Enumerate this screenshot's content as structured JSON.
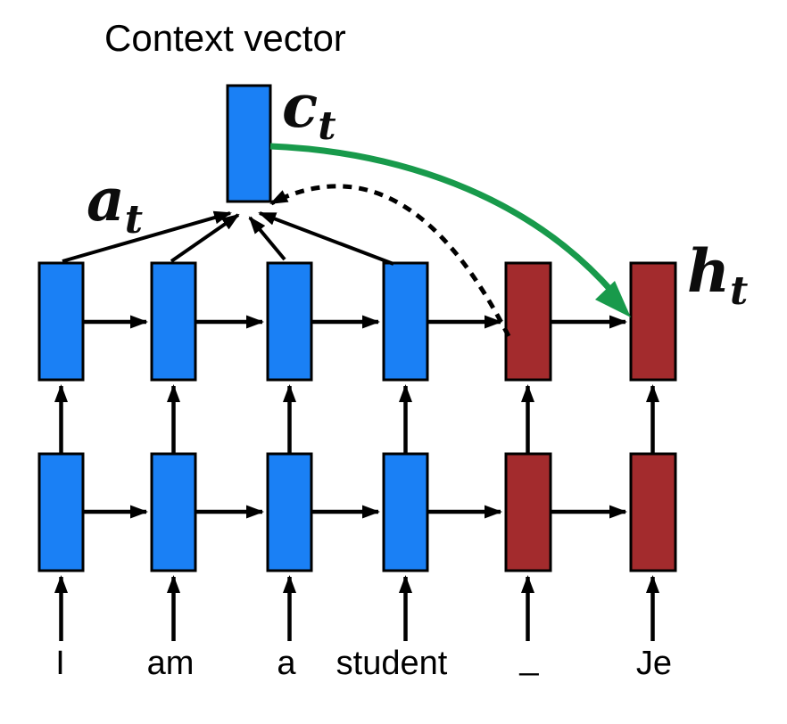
{
  "diagram": {
    "title": "Context vector",
    "symbols": {
      "context": {
        "main": "c",
        "sub": "t"
      },
      "attention": {
        "main": "a",
        "sub": "t"
      },
      "hidden": {
        "main": "h",
        "sub": "t"
      }
    },
    "input_tokens": [
      "I",
      "am",
      "a",
      "student",
      "_",
      "Je"
    ],
    "colors": {
      "encoder_blue": "#1a80f5",
      "decoder_red": "#a32b2d",
      "attention_green": "#189a4b",
      "line_black": "#000000",
      "background": "#ffffff"
    }
  }
}
